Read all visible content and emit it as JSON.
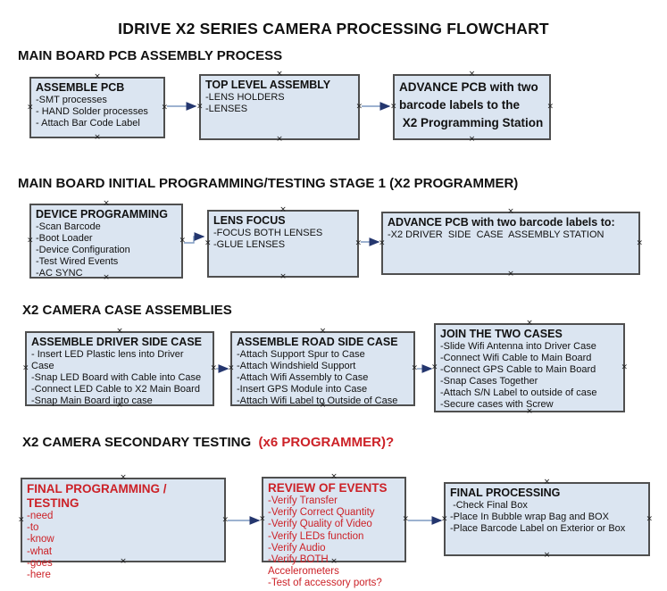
{
  "title": "IDRIVE X2  SERIES CAMERA PROCESSING FLOWCHART",
  "glyphs": {
    "anchor": "×"
  },
  "colors": {
    "box_fill": "#dbe5f1",
    "box_border": "#4f4f4f",
    "accent_red": "#cc2127",
    "arrow_line": "#7d99c0",
    "arrow_head": "#24366e",
    "text": "#111111"
  },
  "sections": [
    {
      "heading": "MAIN BOARD PCB ASSEMBLY PROCESS",
      "boxes": [
        {
          "title": "ASSEMBLE PCB",
          "items": [
            "-SMT processes",
            "- HAND Solder processes",
            "- Attach Bar Code Label"
          ]
        },
        {
          "title": "TOP LEVEL ASSEMBLY",
          "items": [
            "-LENS HOLDERS",
            "-LENSES"
          ]
        },
        {
          "title": "ADVANCE PCB with two\nbarcode labels to the\n X2 Programming Station",
          "items": []
        }
      ]
    },
    {
      "heading": "MAIN BOARD INITIAL PROGRAMMING/TESTING STAGE 1 (X2 PROGRAMMER)",
      "boxes": [
        {
          "title": "DEVICE PROGRAMMING",
          "items": [
            "-Scan Barcode",
            "-Boot Loader",
            "-Device Configuration",
            "-Test Wired Events",
            "-AC SYNC"
          ]
        },
        {
          "title": "LENS FOCUS",
          "items": [
            "-FOCUS BOTH LENSES",
            "-GLUE LENSES"
          ]
        },
        {
          "title": "ADVANCE PCB with two barcode labels to:",
          "items": [
            "-X2 DRIVER  SIDE  CASE  ASSEMBLY STATION"
          ]
        }
      ]
    },
    {
      "heading": "X2 CAMERA CASE ASSEMBLIES",
      "boxes": [
        {
          "title": "ASSEMBLE DRIVER SIDE CASE",
          "items": [
            "- Insert LED Plastic lens into Driver Case",
            "-Snap LED Board with Cable into Case",
            "-Connect LED Cable to X2 Main Board",
            "-Snap Main Board into case"
          ]
        },
        {
          "title": "ASSEMBLE ROAD SIDE CASE",
          "items": [
            "-Attach Support Spur to Case",
            "-Attach Windshield Support",
            "-Attach Wifi Assembly to Case",
            "-Insert GPS Module into Case",
            "-Attach Wifi Label to Outside of Case"
          ]
        },
        {
          "title": "JOIN THE TWO CASES",
          "items": [
            "-Slide Wifi Antenna into Driver Case",
            "-Connect Wifi Cable to Main Board",
            "-Connect GPS Cable to Main Board",
            "-Snap Cases Together",
            "-Attach S/N Label to outside of case",
            "-Secure cases with Screw"
          ]
        }
      ]
    },
    {
      "heading": "X2 CAMERA SECONDARY TESTING  ",
      "heading_red": "(x6 PROGRAMMER)?",
      "boxes": [
        {
          "title": "FINAL PROGRAMMING / TESTING",
          "items": [
            "-need",
            "-to",
            "-know",
            "-what",
            "-goes",
            "-here"
          ]
        },
        {
          "title": "REVIEW OF EVENTS",
          "items": [
            "-Verify Transfer",
            "-Verify Correct Quantity",
            "-Verify Quality of Video",
            "-Verify LEDs function",
            "-Verify Audio",
            "-Verify BOTH Accelerometers",
            "-Test of accessory ports?"
          ]
        },
        {
          "title": "FINAL PROCESSING",
          "items": [
            " -Check Final Box",
            "-Place In Bubble wrap Bag and BOX",
            "-Place Barcode Label on Exterior or Box"
          ]
        }
      ]
    }
  ]
}
